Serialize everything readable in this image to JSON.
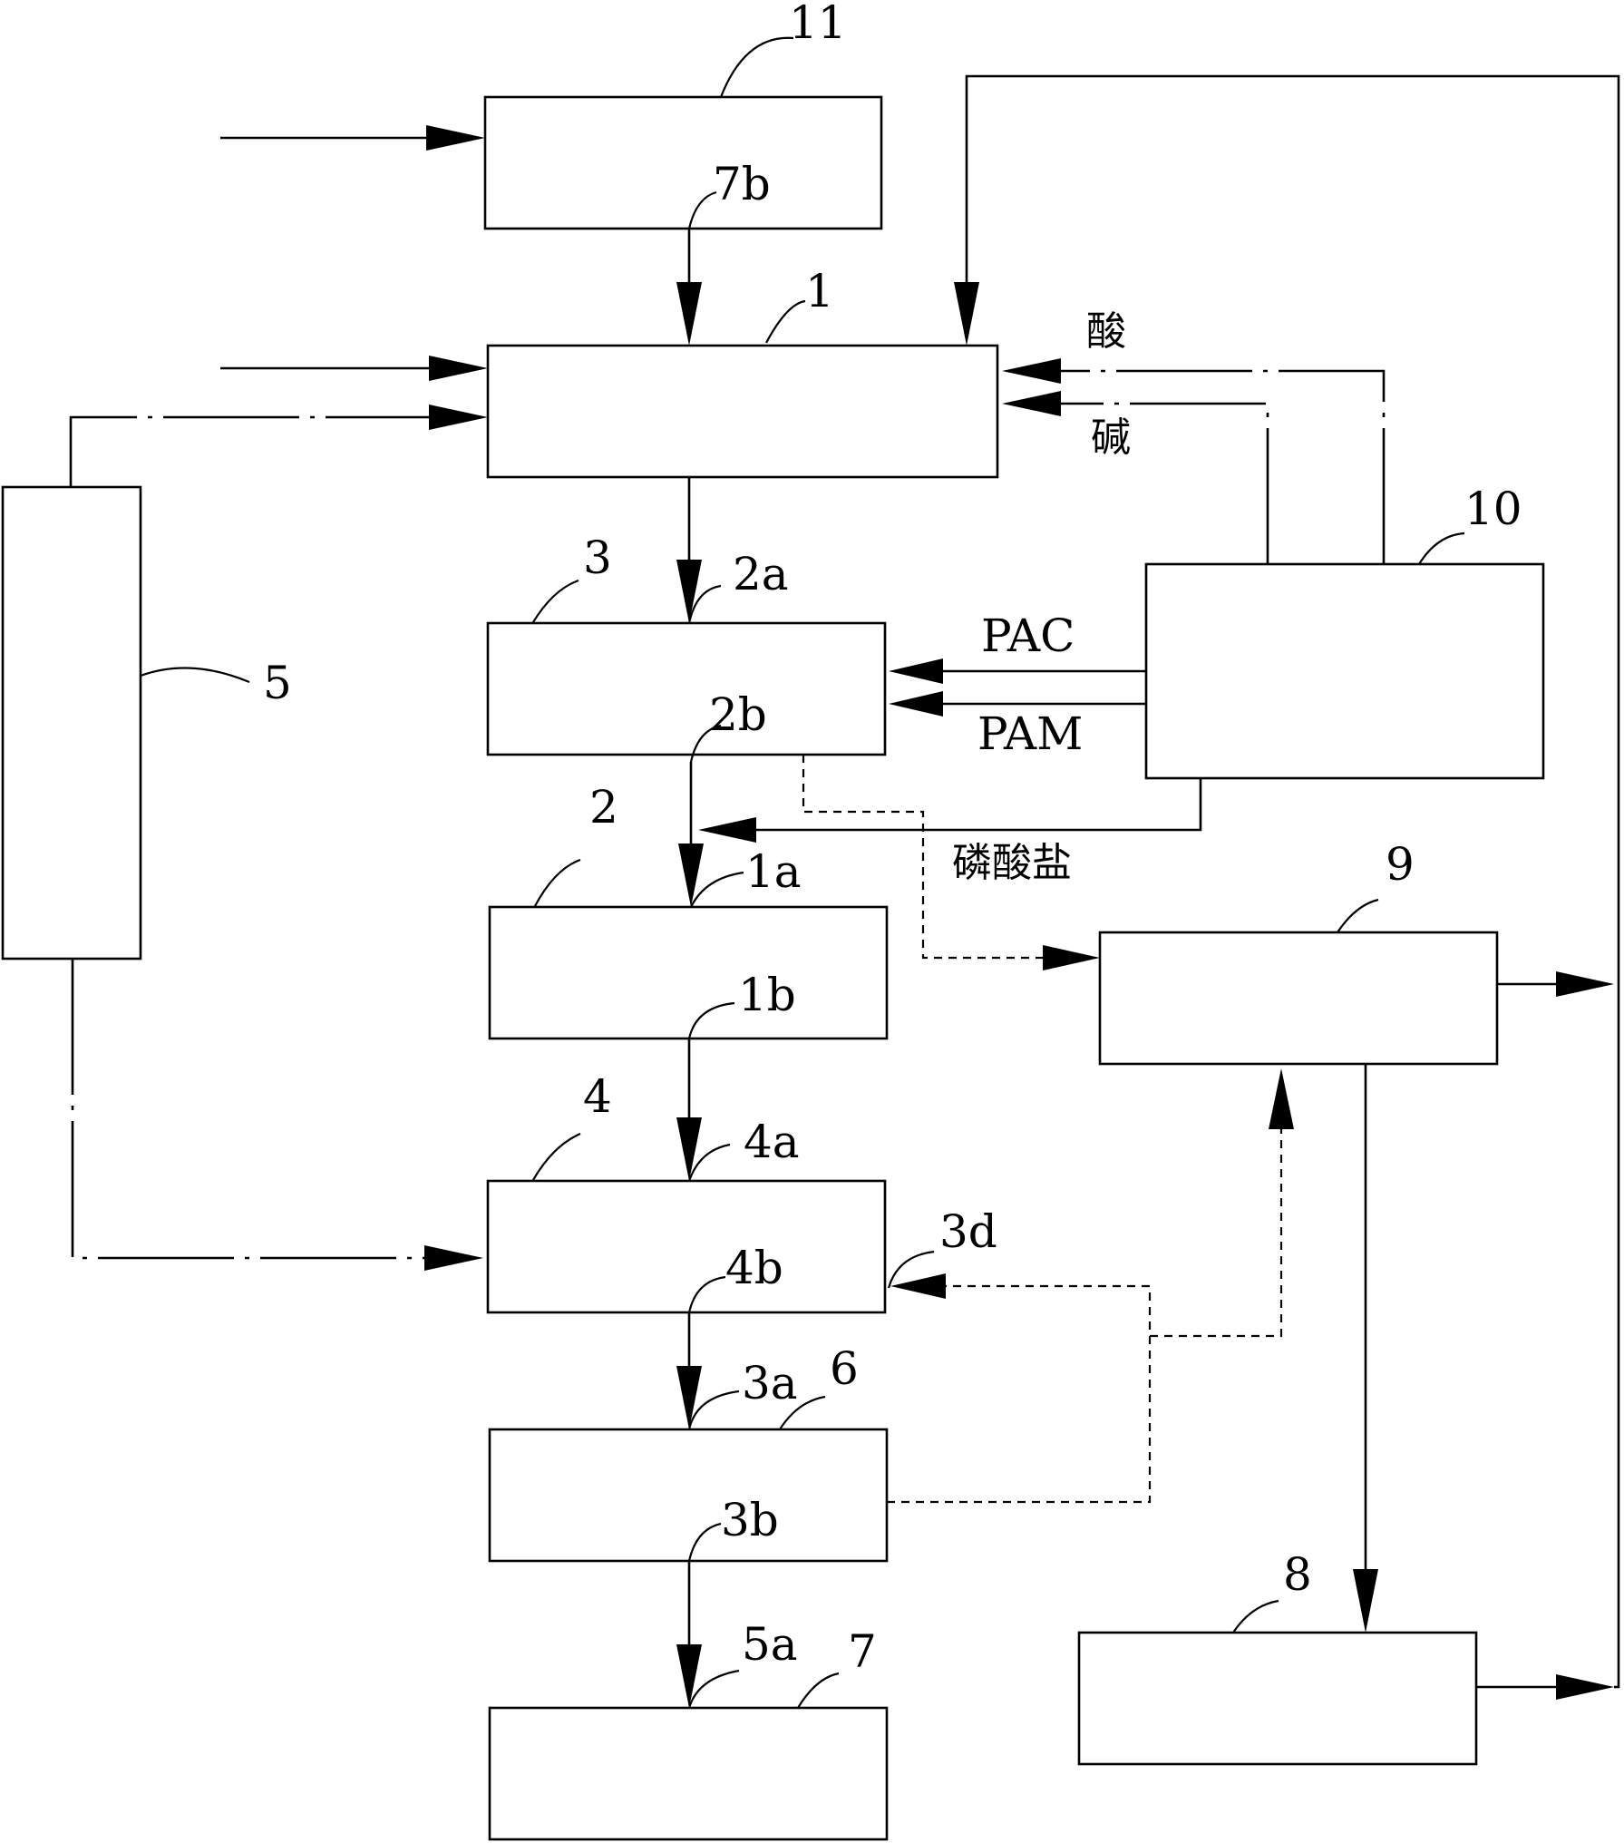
{
  "units": {
    "u11": "11",
    "u1": "1",
    "u3": "3",
    "u2": "2",
    "u4": "4",
    "u6": "6",
    "u7": "7",
    "u5": "5",
    "u10": "10",
    "u9": "9",
    "u8": "8"
  },
  "ports": {
    "p7b": "7b",
    "p2a": "2a",
    "p2b": "2b",
    "p1a": "1a",
    "p1b": "1b",
    "p4a": "4a",
    "p4b": "4b",
    "p3d": "3d",
    "p3a": "3a",
    "p3b": "3b",
    "p5a": "5a"
  },
  "reagents": {
    "acid": "酸",
    "alkali": "碱",
    "pac": "PAC",
    "pam": "PAM",
    "phosphate": "磷酸盐"
  }
}
